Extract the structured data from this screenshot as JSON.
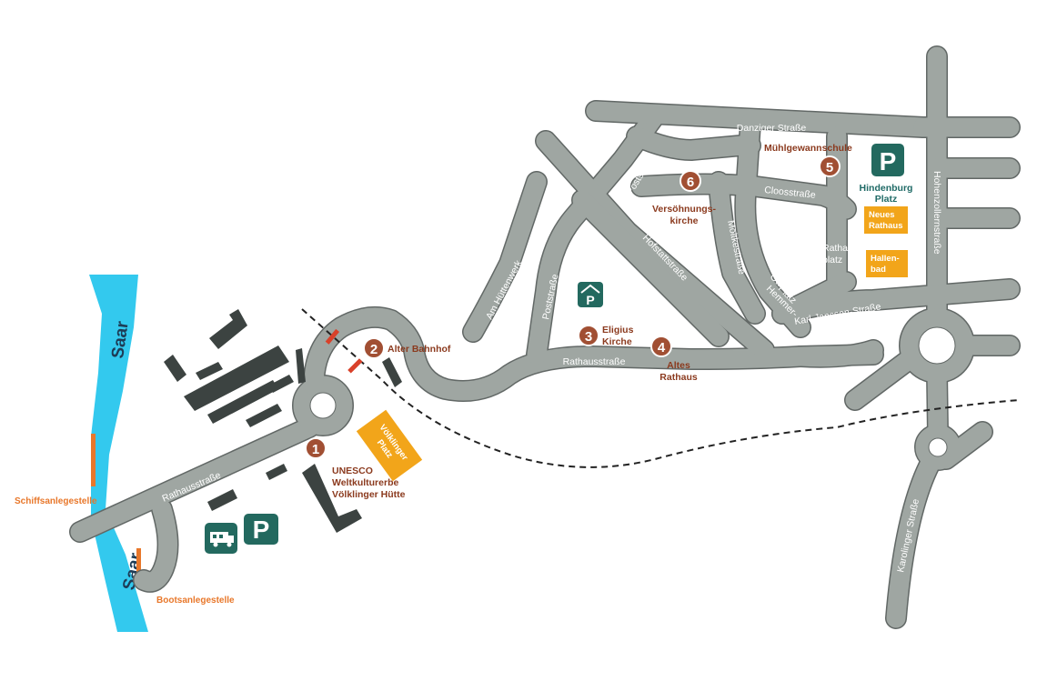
{
  "colors": {
    "road": "#9fa6a2",
    "road_edge": "#626866",
    "river": "#33c9ee",
    "building": "#3c4341",
    "poi_marker": "#a14f33",
    "poi_text": "#8b3a1e",
    "parking": "#23695f",
    "yellow_box": "#f2a51a",
    "landing": "#e8772a",
    "railway_crossing": "#d9412a"
  },
  "rivers": [
    {
      "name": "Saar"
    },
    {
      "name": "Saar"
    }
  ],
  "streets": {
    "danziger": "Danziger  Straße",
    "poststrasse_north": "Poststraße",
    "poststrasse_south": "Poststraße",
    "am_huettenwerk": "Am Hüttenwerk",
    "hofstattstrasse": "Hofstattstraße",
    "bismarckstrasse": "Bismarckstraße",
    "moltkestrasse": "Moltkestraße",
    "cloosstrasse": "Cloosstraße",
    "hohenzollernstrasse": "Hohenzollernstraße",
    "rathausstrasse_east": "Rathausstraße",
    "rathausstrasse_west": "Rathausstraße",
    "karl_janssen": "Karl-Janssen-Straße",
    "otto_hemmer": [
      "Otto-",
      "Hemmer-",
      "Platz"
    ],
    "rathausplatz": [
      "Rathaus-",
      "platz"
    ],
    "karolinger": "Karolinger Straße"
  },
  "pois": [
    {
      "number": "1",
      "lines": [
        "UNESCO",
        "Weltkulturerbe",
        "Völklinger Hütte"
      ]
    },
    {
      "number": "2",
      "lines": [
        "Alter Bahnhof"
      ]
    },
    {
      "number": "3",
      "lines": [
        "Eligius",
        "Kirche"
      ]
    },
    {
      "number": "4",
      "lines": [
        "Altes",
        "Rathaus"
      ]
    },
    {
      "number": "5",
      "lines": [
        "Mühlgewannschule"
      ]
    },
    {
      "number": "6",
      "lines": [
        "Versöhnungs-",
        "kirche"
      ]
    }
  ],
  "parking": {
    "hindenburg_symbol": "P",
    "hindenburg_lines": [
      "Hindenburg",
      "Platz"
    ],
    "huette_symbol": "P",
    "garage_symbol": "P",
    "camper_icon": "camper-van-icon",
    "garage_icon": "parking-garage-icon"
  },
  "yellow_boxes": {
    "voelklinger_platz": [
      "Völklinger",
      "Platz"
    ],
    "neues_rathaus": [
      "Neues",
      "Rathaus"
    ],
    "hallenbad": [
      "Hallen-",
      "bad"
    ]
  },
  "landings": {
    "schiff": "Schiffsanlegestelle",
    "boot": "Bootsanlegestelle"
  }
}
